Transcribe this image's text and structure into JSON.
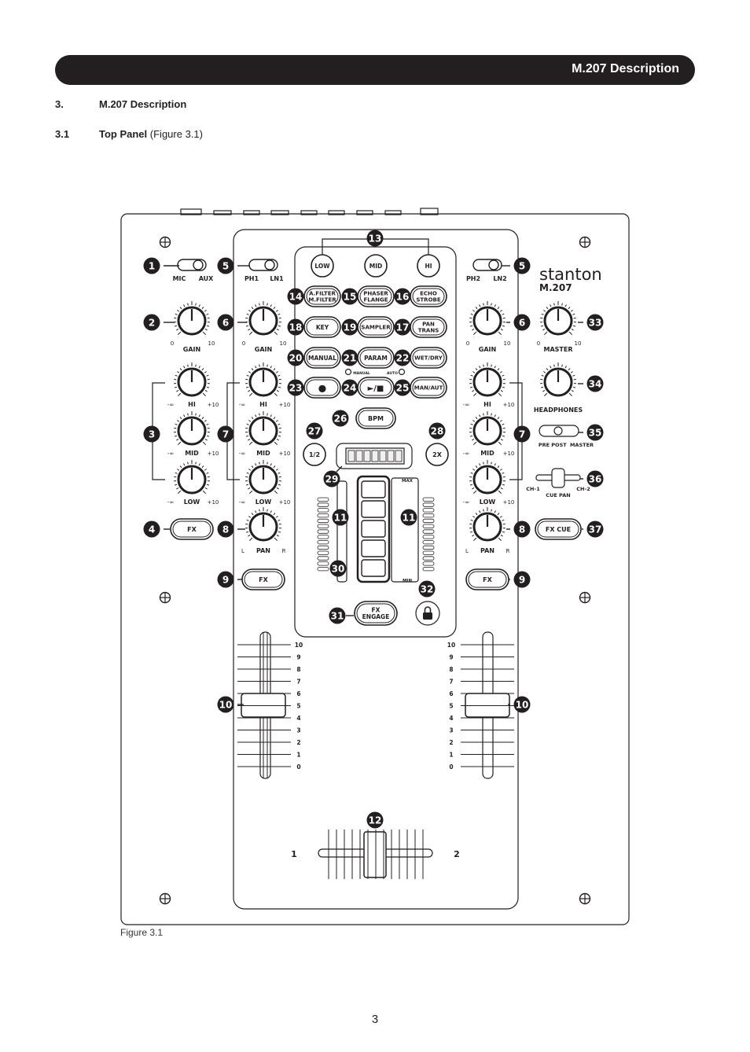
{
  "header": {
    "title": "M.207 Description"
  },
  "section": {
    "number": "3.",
    "title": "M.207 Description"
  },
  "subsection": {
    "number": "3.1",
    "title": "Top Panel",
    "ref": "(Figure 3.1)"
  },
  "figure": {
    "caption": "Figure 3.1",
    "brand": "stanton",
    "model": "M.207",
    "labels": {
      "mic": "MIC",
      "aux": "AUX",
      "ph1": "PH1",
      "ln1": "LN1",
      "ph2": "PH2",
      "ln2": "LN2",
      "gain": "GAIN",
      "hi": "HI",
      "mid": "MID",
      "low": "LOW",
      "pan": "PAN",
      "zero": "0",
      "ten": "10",
      "minus_inf": "-∞",
      "plus_ten": "+10",
      "l": "L",
      "r": "R",
      "fx": "FX",
      "fx_cue": "FX CUE",
      "master": "MASTER",
      "headphones": "HEADPHONES",
      "pre": "PRE",
      "post": "POST",
      "master_small": "MASTER",
      "ch1": "CH-1",
      "ch2": "CH-2",
      "cue_pan": "CUE PAN",
      "btn_low": "LOW",
      "btn_mid": "MID",
      "btn_hi": "HI",
      "afilter1": "A.FILTER",
      "afilter2": "M.FILTER",
      "phaser1": "PHASER",
      "phaser2": "FLANGE",
      "echo1": "ECHO",
      "echo2": "STROBE",
      "key": "KEY",
      "sampler": "SAMPLER",
      "pan1": "PAN",
      "pan2": "TRANS",
      "manual": "MANUAL",
      "param": "PARAM",
      "wetdry": "WET/DRY",
      "manual_small": "MANUAL",
      "auto_small": "AUTO",
      "record": "●",
      "playstop": "►/■",
      "manaut": "MAN/AUT",
      "bpm": "BPM",
      "half": "1/2",
      "double": "2X",
      "max": "MAX",
      "min": "MIN",
      "fx1": "FX",
      "fx2": "ENGAGE",
      "cf_left": "1",
      "cf_right": "2"
    },
    "scale": [
      "10",
      "9",
      "8",
      "7",
      "6",
      "5",
      "4",
      "3",
      "2",
      "1",
      "0"
    ],
    "callouts": [
      "1",
      "2",
      "3",
      "4",
      "5",
      "6",
      "7",
      "8",
      "9",
      "10",
      "11",
      "12",
      "13",
      "14",
      "15",
      "16",
      "17",
      "18",
      "19",
      "20",
      "21",
      "22",
      "23",
      "24",
      "25",
      "26",
      "27",
      "28",
      "29",
      "30",
      "31",
      "32",
      "33",
      "34",
      "35",
      "36",
      "37"
    ]
  },
  "page_number": "3"
}
